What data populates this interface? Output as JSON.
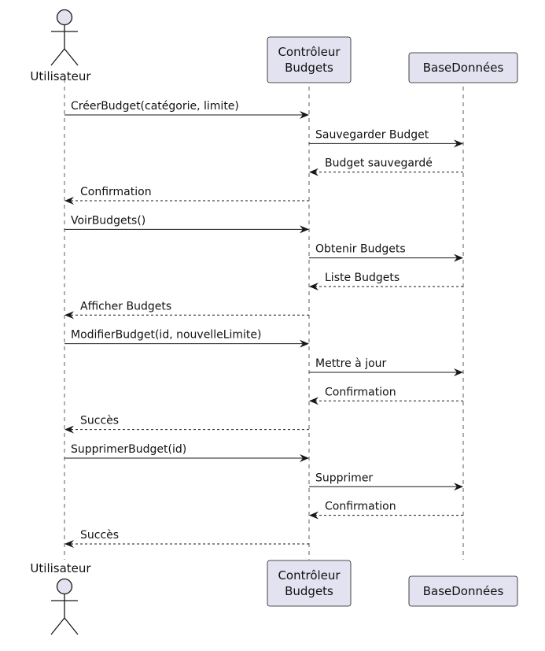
{
  "participants": [
    {
      "id": "user",
      "type": "actor",
      "name": "Utilisateur",
      "lines": [
        "Utilisateur"
      ]
    },
    {
      "id": "ctrl",
      "type": "participant",
      "name": "Contrôleur Budgets",
      "lines": [
        "Contrôleur",
        "Budgets"
      ]
    },
    {
      "id": "db",
      "type": "participant",
      "name": "BaseDonnées",
      "lines": [
        "BaseDonnées"
      ]
    }
  ],
  "messages": [
    {
      "from": "user",
      "to": "ctrl",
      "label": "CréerBudget(catégorie, limite)",
      "kind": "sync"
    },
    {
      "from": "ctrl",
      "to": "db",
      "label": "Sauvegarder Budget",
      "kind": "sync"
    },
    {
      "from": "db",
      "to": "ctrl",
      "label": "Budget sauvegardé",
      "kind": "reply"
    },
    {
      "from": "ctrl",
      "to": "user",
      "label": "Confirmation",
      "kind": "reply"
    },
    {
      "from": "user",
      "to": "ctrl",
      "label": "VoirBudgets()",
      "kind": "sync"
    },
    {
      "from": "ctrl",
      "to": "db",
      "label": "Obtenir Budgets",
      "kind": "sync"
    },
    {
      "from": "db",
      "to": "ctrl",
      "label": "Liste Budgets",
      "kind": "reply"
    },
    {
      "from": "ctrl",
      "to": "user",
      "label": "Afficher Budgets",
      "kind": "reply"
    },
    {
      "from": "user",
      "to": "ctrl",
      "label": "ModifierBudget(id, nouvelleLimite)",
      "kind": "sync"
    },
    {
      "from": "ctrl",
      "to": "db",
      "label": "Mettre à jour",
      "kind": "sync"
    },
    {
      "from": "db",
      "to": "ctrl",
      "label": "Confirmation",
      "kind": "reply"
    },
    {
      "from": "ctrl",
      "to": "user",
      "label": "Succès",
      "kind": "reply"
    },
    {
      "from": "user",
      "to": "ctrl",
      "label": "SupprimerBudget(id)",
      "kind": "sync"
    },
    {
      "from": "ctrl",
      "to": "db",
      "label": "Supprimer",
      "kind": "sync"
    },
    {
      "from": "db",
      "to": "ctrl",
      "label": "Confirmation",
      "kind": "reply"
    },
    {
      "from": "ctrl",
      "to": "user",
      "label": "Succès",
      "kind": "reply"
    }
  ],
  "colors": {
    "participant_fill": "#e2e2f0",
    "participant_border": "#181818",
    "lifeline": "#181818",
    "text": "#111111"
  }
}
